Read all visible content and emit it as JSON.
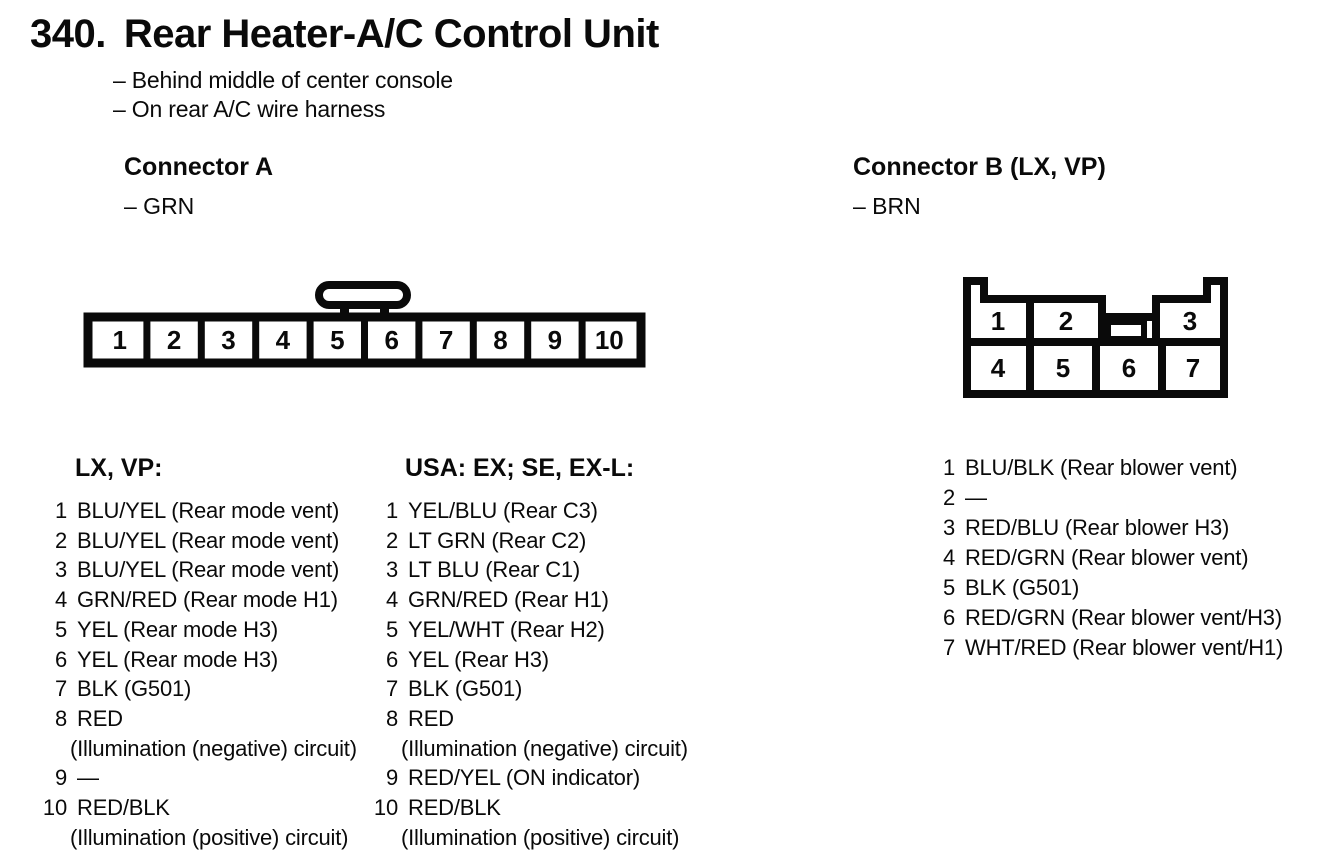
{
  "colors": {
    "ink": "#000000",
    "paper": "#ffffff"
  },
  "header": {
    "item_number": "340.",
    "title": "Rear Heater-A/C Control Unit",
    "notes": [
      "– Behind middle of center console",
      "– On rear A/C wire harness"
    ]
  },
  "connector_a": {
    "heading": "Connector A",
    "color_note": "– GRN",
    "pin_numbers": [
      "1",
      "2",
      "3",
      "4",
      "5",
      "6",
      "7",
      "8",
      "9",
      "10"
    ],
    "pinouts": [
      {
        "heading": "LX, VP:",
        "rows": [
          {
            "pin": "1",
            "label": "BLU/YEL (Rear mode vent)"
          },
          {
            "pin": "2",
            "label": "BLU/YEL (Rear mode vent)"
          },
          {
            "pin": "3",
            "label": "BLU/YEL (Rear mode vent)"
          },
          {
            "pin": "4",
            "label": "GRN/RED (Rear mode H1)"
          },
          {
            "pin": "5",
            "label": "YEL (Rear mode H3)"
          },
          {
            "pin": "6",
            "label": "YEL (Rear mode H3)"
          },
          {
            "pin": "7",
            "label": "BLK (G501)"
          },
          {
            "pin": "8",
            "label": "RED\n(Illumination (negative) circuit)"
          },
          {
            "pin": "9",
            "label": "—"
          },
          {
            "pin": "10",
            "label": "RED/BLK\n(Illumination (positive) circuit)"
          }
        ]
      },
      {
        "heading": "USA: EX; SE, EX-L:",
        "rows": [
          {
            "pin": "1",
            "label": "YEL/BLU (Rear C3)"
          },
          {
            "pin": "2",
            "label": "LT GRN (Rear C2)"
          },
          {
            "pin": "3",
            "label": "LT BLU (Rear C1)"
          },
          {
            "pin": "4",
            "label": "GRN/RED (Rear H1)"
          },
          {
            "pin": "5",
            "label": "YEL/WHT (Rear H2)"
          },
          {
            "pin": "6",
            "label": "YEL (Rear H3)"
          },
          {
            "pin": "7",
            "label": "BLK (G501)"
          },
          {
            "pin": "8",
            "label": "RED\n(Illumination (negative) circuit)"
          },
          {
            "pin": "9",
            "label": "RED/YEL (ON indicator)"
          },
          {
            "pin": "10",
            "label": "RED/BLK\n(Illumination (positive) circuit)"
          }
        ]
      }
    ]
  },
  "connector_b": {
    "heading": "Connector B (LX, VP)",
    "color_note": "– BRN",
    "top_row_pins": [
      "1",
      "2",
      "3"
    ],
    "bottom_row_pins": [
      "4",
      "5",
      "6",
      "7"
    ],
    "rows": [
      {
        "pin": "1",
        "label": "BLU/BLK (Rear blower vent)"
      },
      {
        "pin": "2",
        "label": "—"
      },
      {
        "pin": "3",
        "label": "RED/BLU (Rear blower H3)"
      },
      {
        "pin": "4",
        "label": "RED/GRN (Rear blower vent)"
      },
      {
        "pin": "5",
        "label": "BLK (G501)"
      },
      {
        "pin": "6",
        "label": "RED/GRN (Rear blower vent/H3)"
      },
      {
        "pin": "7",
        "label": "WHT/RED (Rear blower vent/H1)"
      }
    ]
  }
}
